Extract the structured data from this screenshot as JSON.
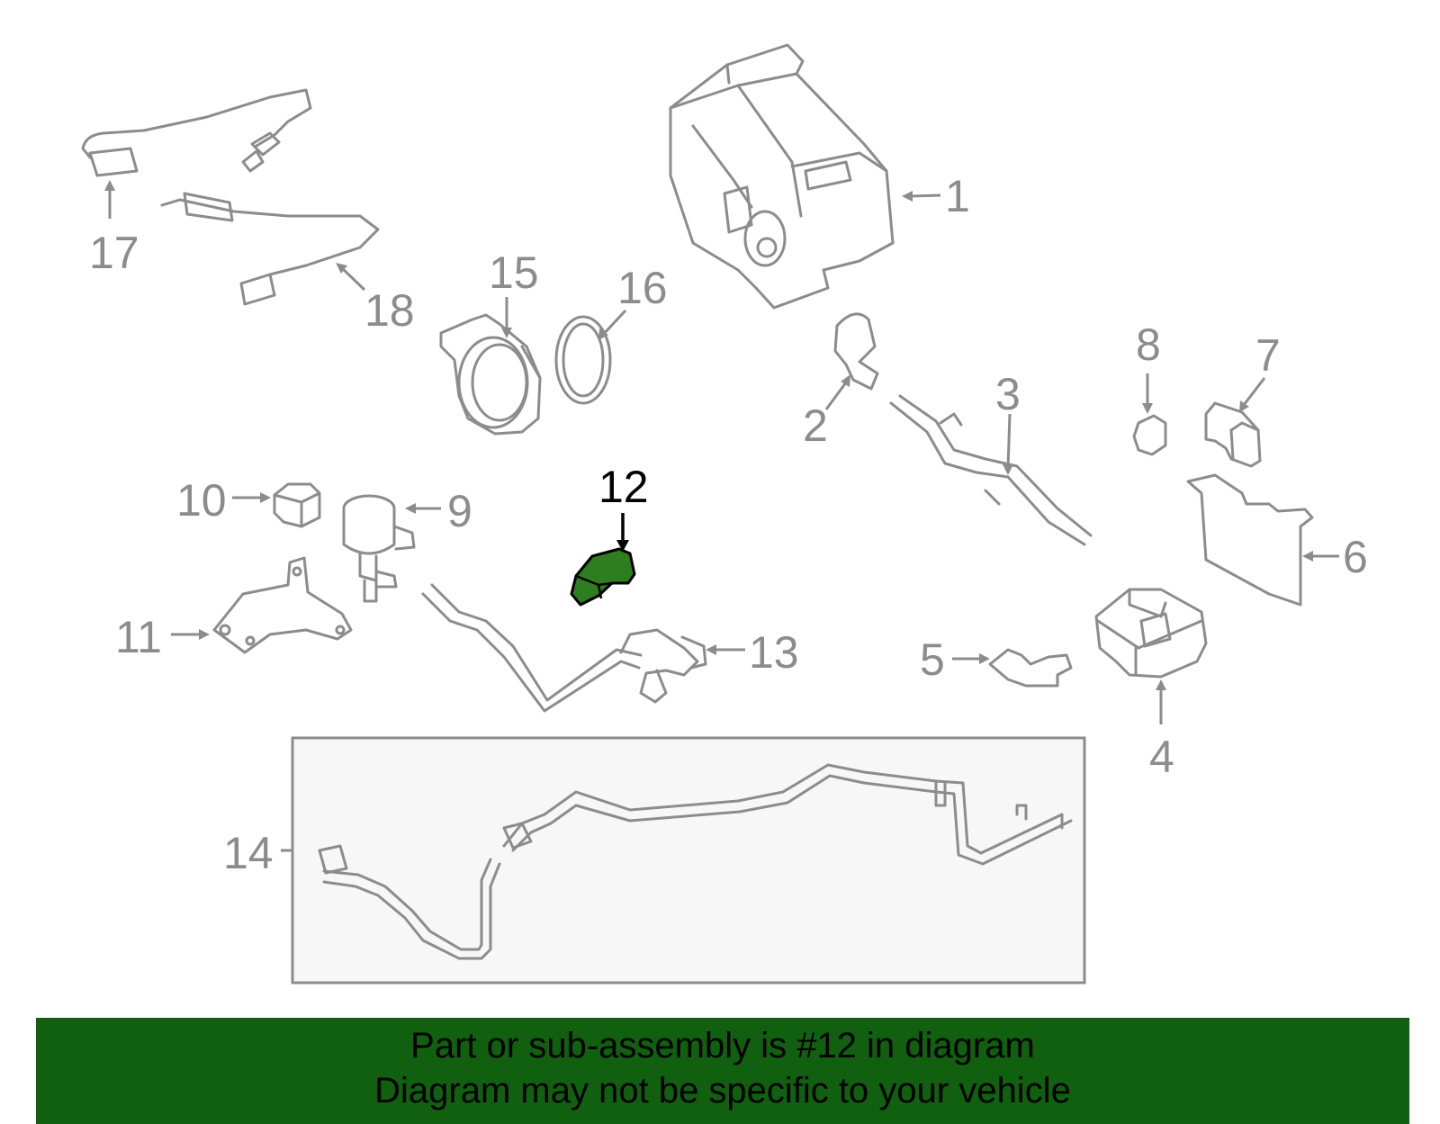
{
  "diagram": {
    "selected_part": "12",
    "callouts": [
      "1",
      "2",
      "3",
      "4",
      "5",
      "6",
      "7",
      "8",
      "9",
      "10",
      "11",
      "12",
      "13",
      "14",
      "15",
      "16",
      "17",
      "18"
    ],
    "highlight_color": "#2e7d1f",
    "line_color": "#8c8c8c"
  },
  "footer": {
    "line1": "Part or sub-assembly is #12 in diagram",
    "line2": "Diagram may not be specific to your vehicle",
    "background": "#106010"
  }
}
